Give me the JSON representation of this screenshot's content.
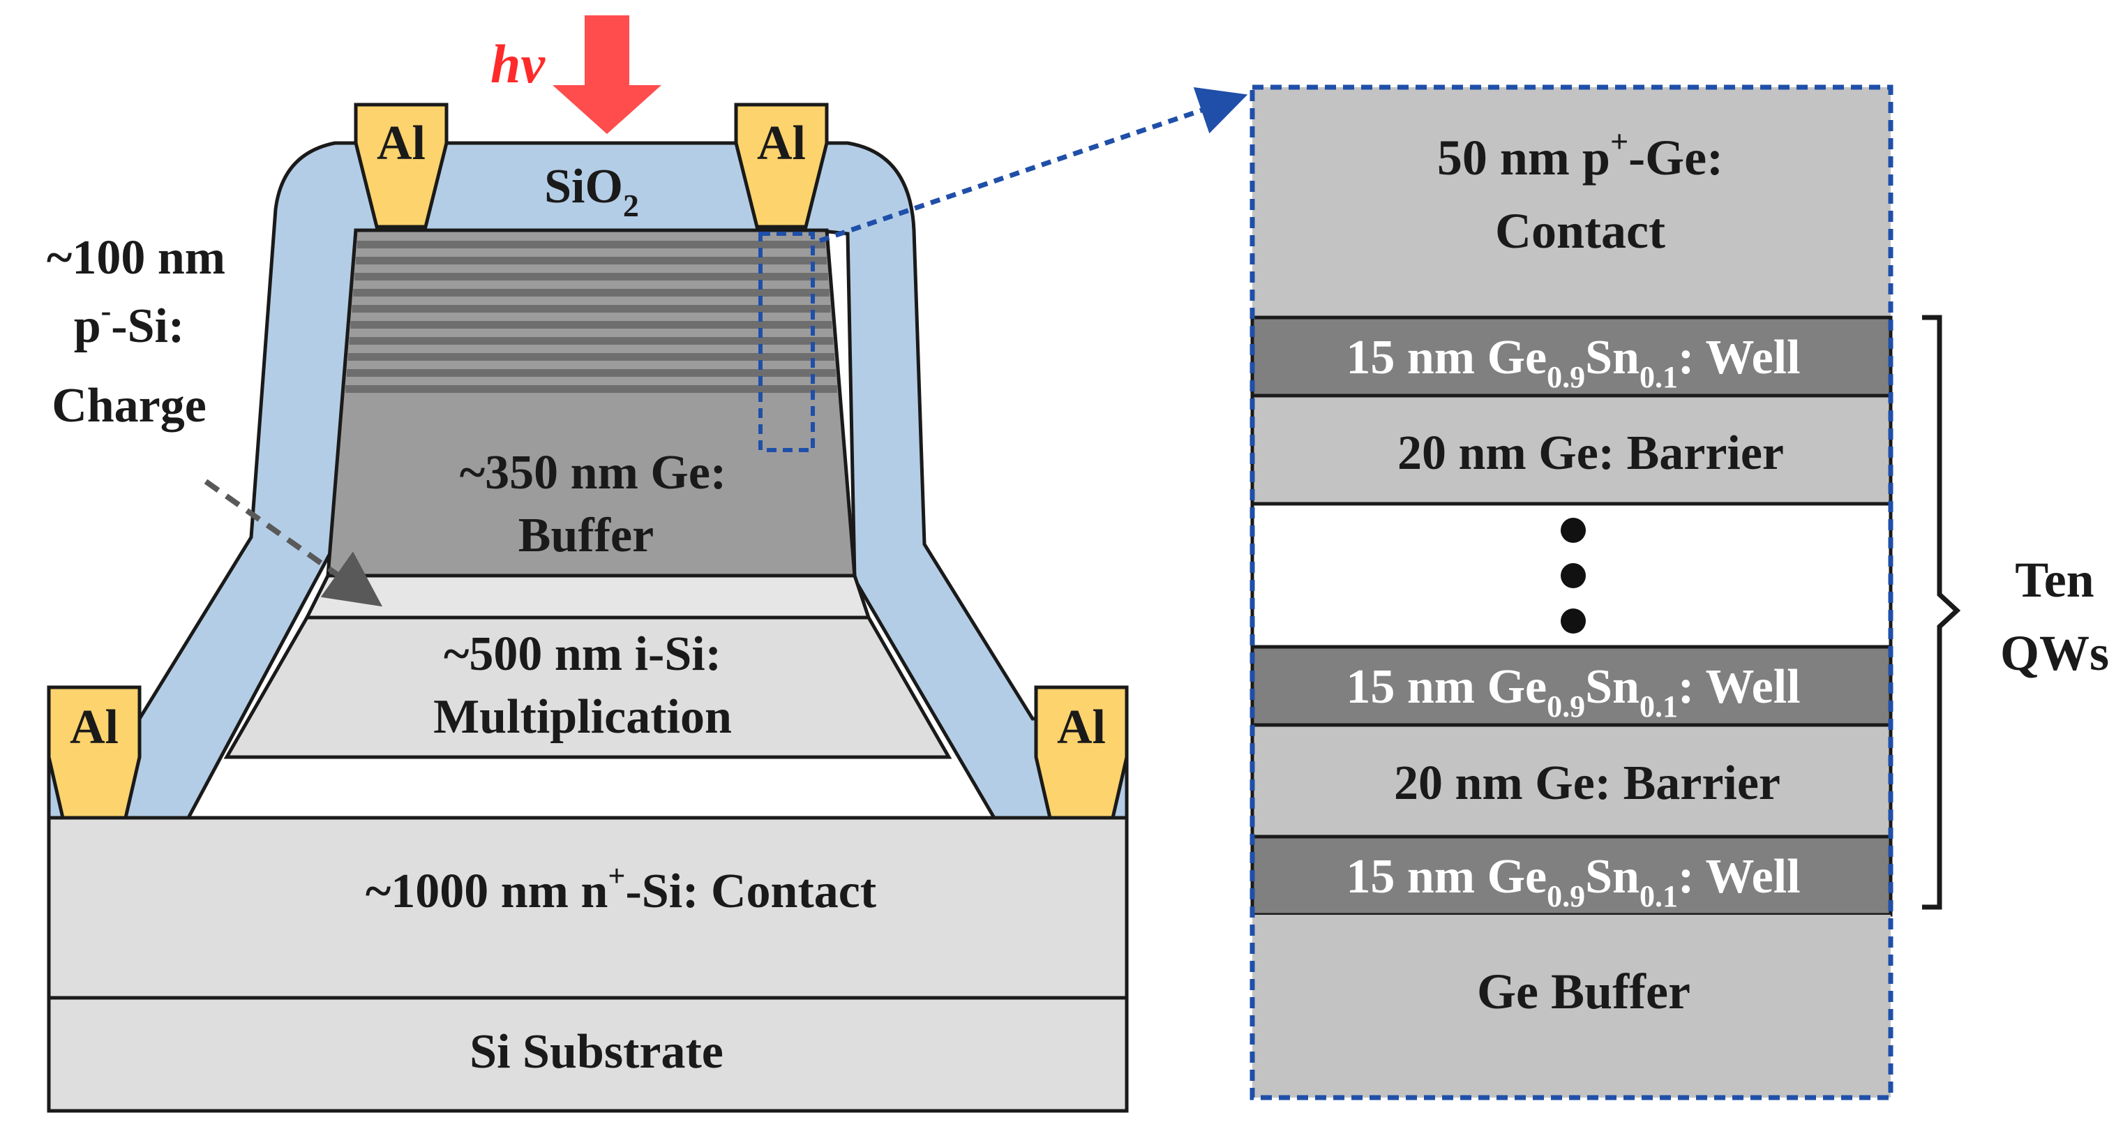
{
  "colors": {
    "oxide": "#b4cde6",
    "metal": "#fcd36c",
    "layer_light": "#dedede",
    "layer_mid": "#c3c3c3",
    "layer_dark": "#9c9c9c",
    "well": "#808080",
    "outline": "#1a1a1a",
    "arrow_red": "#ff4d4d",
    "zoom_blue": "#1f4fa8",
    "text": "#1a1a1a"
  },
  "light": {
    "symbol": "hv"
  },
  "device": {
    "electrode": "Al",
    "oxide": {
      "main": "SiO",
      "sub": "2"
    },
    "charge_label": [
      "~100 nm",
      "p",
      "-",
      "-Si:",
      "Charge"
    ],
    "buffer_label": [
      "~350 nm Ge:",
      "Buffer"
    ],
    "multiplication_label": [
      "~500 nm i-Si:",
      "Multiplication"
    ],
    "contact_label": {
      "pre": "~1000 nm n",
      "sup": "+",
      "post": "-Si: Contact"
    },
    "substrate_label": "Si Substrate",
    "qw_stripe_count": 10
  },
  "stack": {
    "top_contact": {
      "line1_pre": "50 nm p",
      "line1_sup": "+",
      "line1_post": "-Ge:",
      "line2": "Contact"
    },
    "well": {
      "pre": "15 nm Ge",
      "sub1": "0.9",
      "mid": "Sn",
      "sub2": "0.1",
      "post": ": Well"
    },
    "barrier": "20 nm Ge: Barrier",
    "ellipsis_dots": 3,
    "bottom": "Ge Buffer",
    "bracket_label": [
      "Ten",
      "QWs"
    ]
  }
}
